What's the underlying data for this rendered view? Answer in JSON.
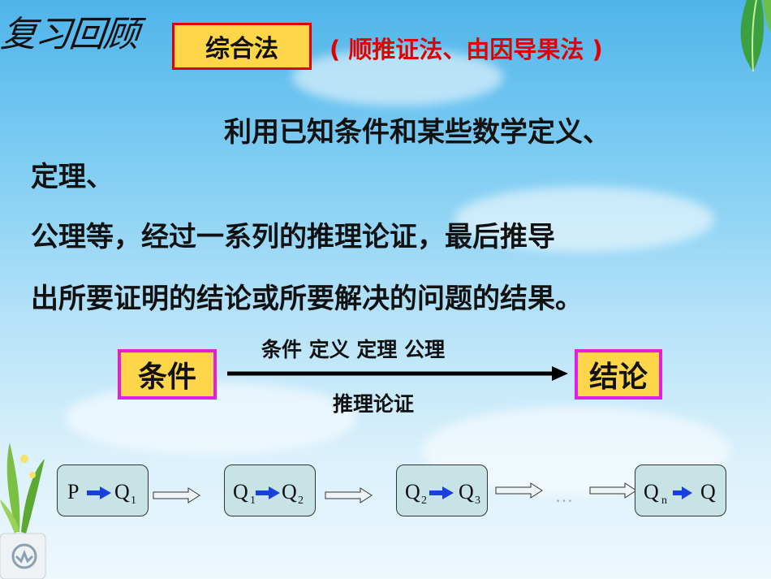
{
  "header": {
    "review_title": "复习回顾",
    "method_badge": "综合法",
    "method_alias": "( 顺推证法、由因导果法 )"
  },
  "definition": {
    "line1": "利用已知条件和某些数学定义、",
    "line2": "定理、",
    "line3": "公理等，经过一系列的推理论证，最后推导",
    "line4": "出所要证明的结论或所要解决的问题的结果。"
  },
  "diagram": {
    "start_label": "条件",
    "end_label": "结论",
    "above_arrow": "条件   定义   定理   公理",
    "below_arrow": "推理论证"
  },
  "flow": {
    "box1": {
      "left": "P",
      "right": "Q",
      "right_sub": "1"
    },
    "box2": {
      "left": "Q",
      "left_sub": "1",
      "right": "Q",
      "right_sub": "2"
    },
    "box3": {
      "left": "Q",
      "left_sub": "2",
      "right": "Q",
      "right_sub": "3"
    },
    "ellipsis": "…",
    "box4": {
      "left": "Q",
      "left_sub": "n",
      "right": "Q"
    }
  },
  "colors": {
    "badge_fill": "#ffd64a",
    "badge_border": "#e00000",
    "diagram_border": "#e020e0",
    "alias_text": "#e00000",
    "inner_arrow": "#1a3fe0",
    "flow_box": "#c7e3e6"
  }
}
